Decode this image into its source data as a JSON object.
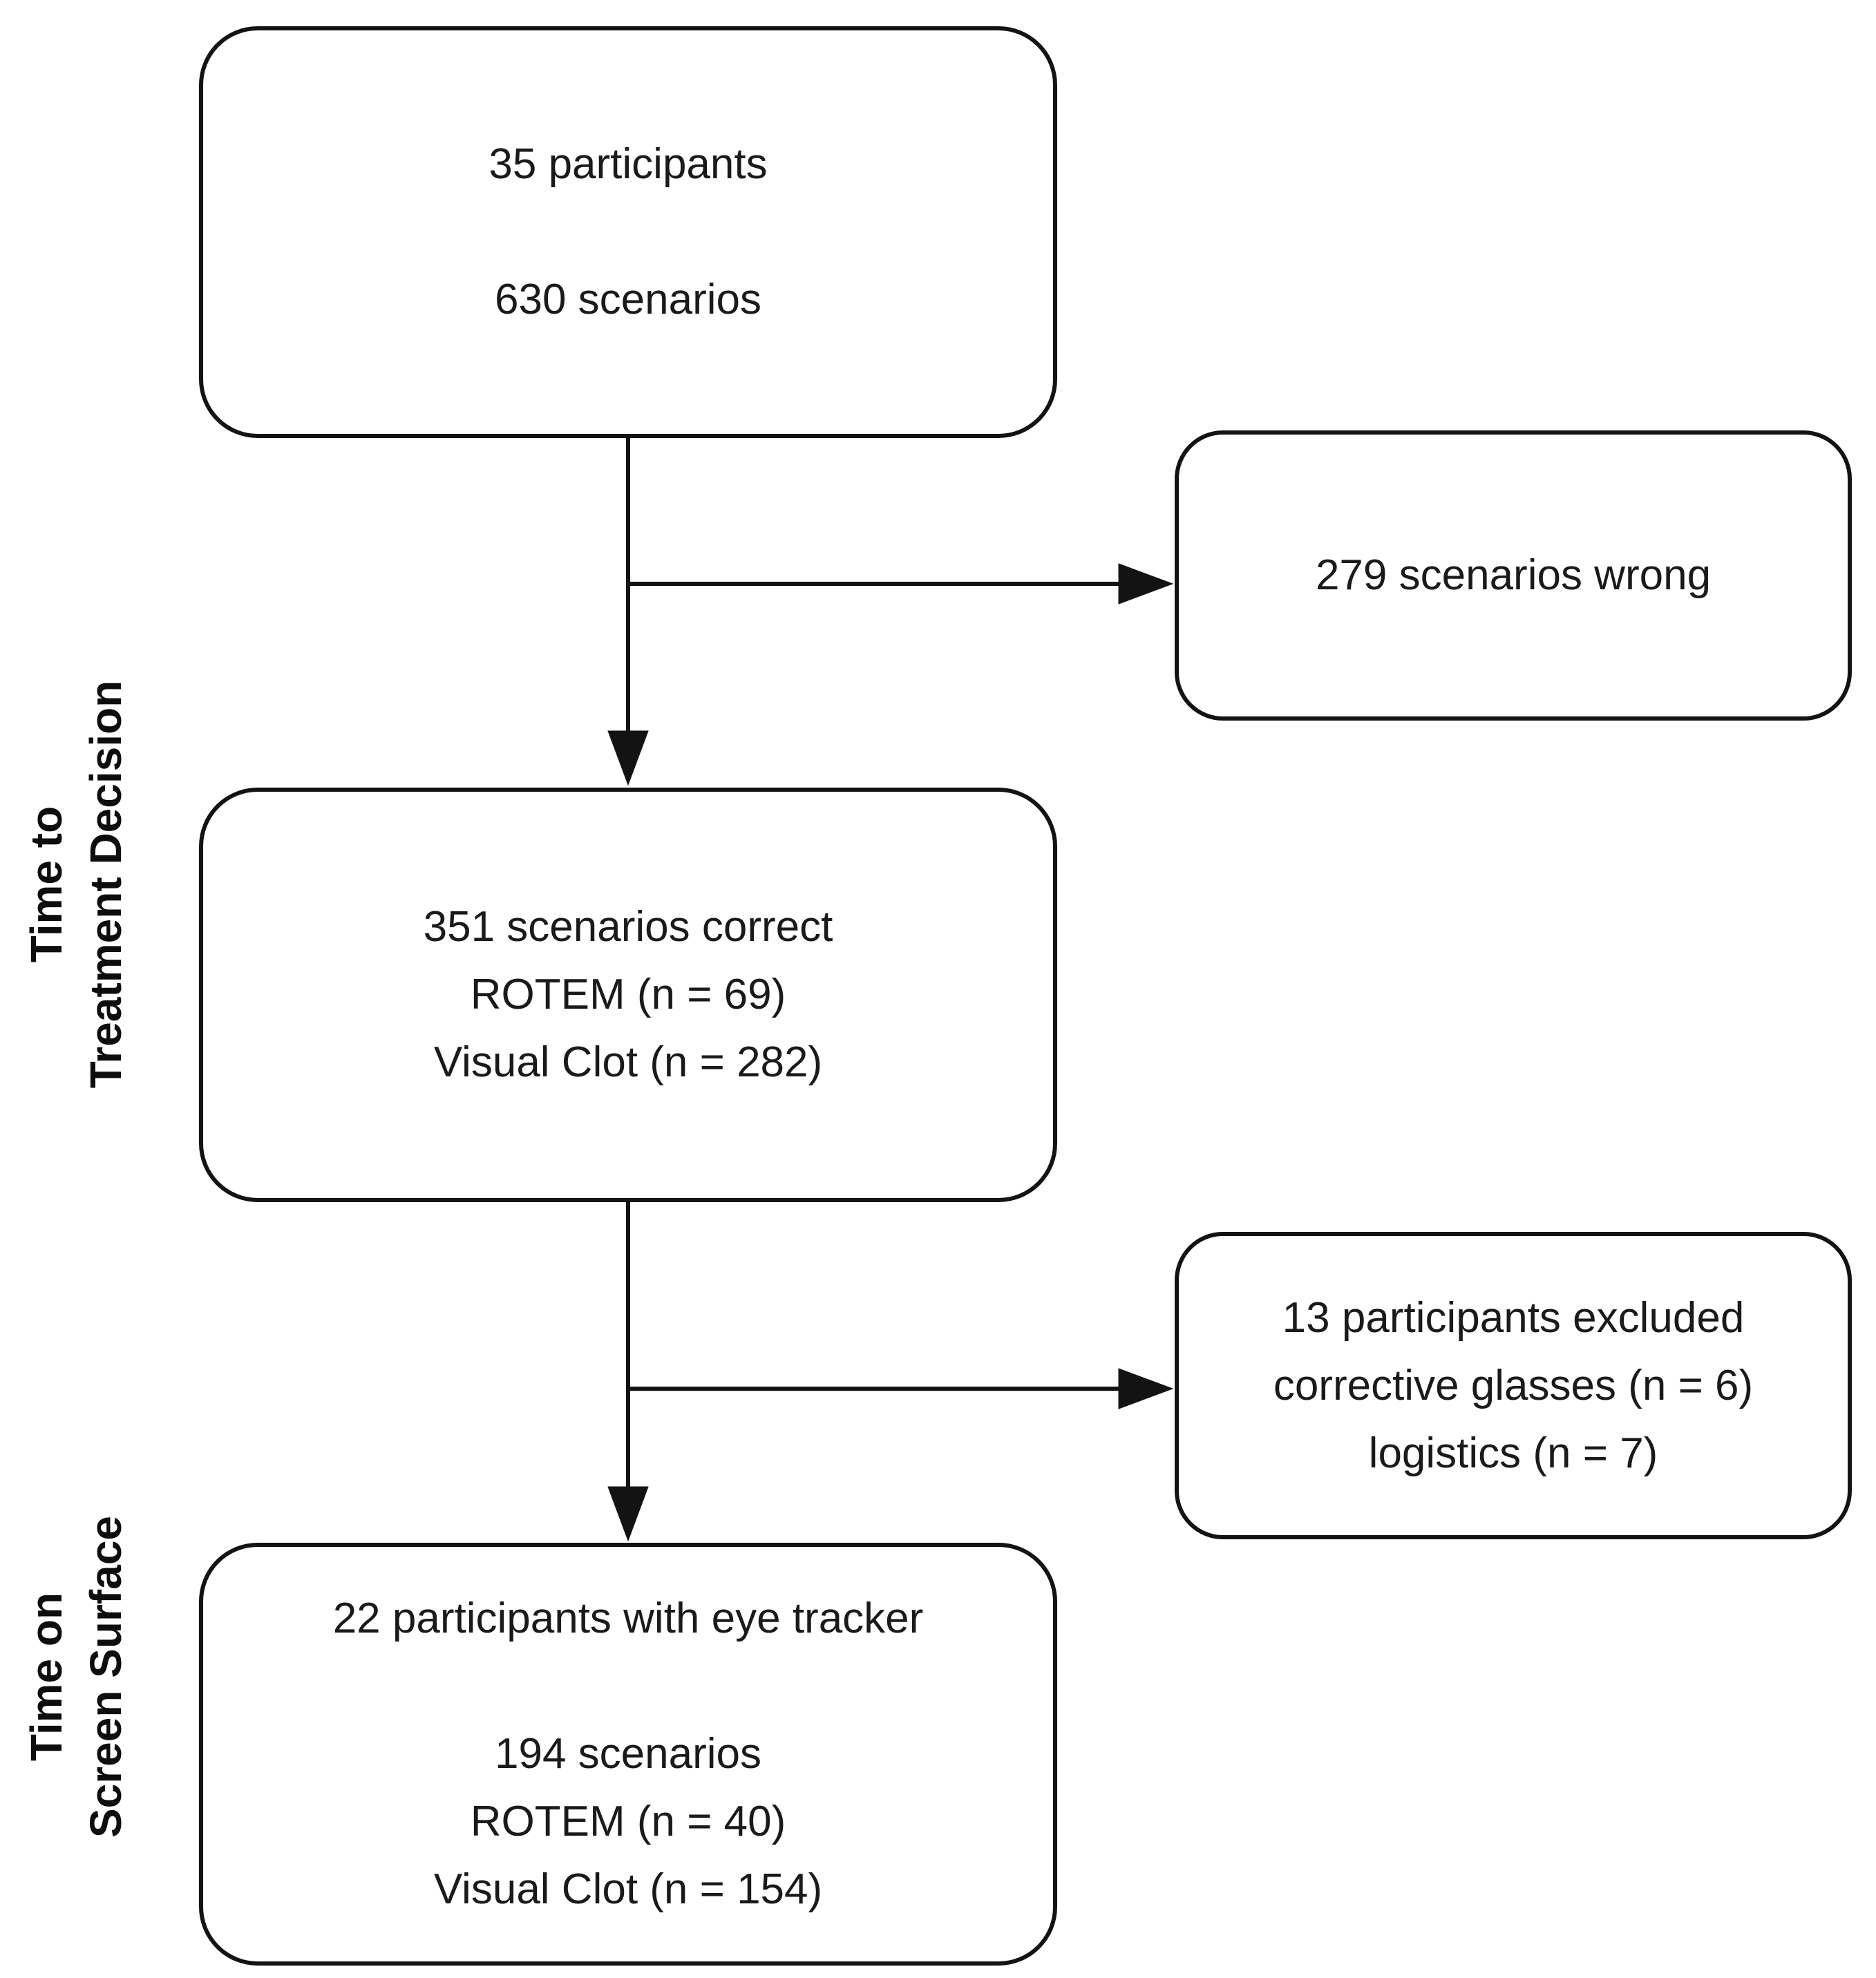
{
  "figure": {
    "type": "flowchart",
    "background_color": "#ffffff",
    "line_color": "#131313",
    "text_color": "#1a1a1a"
  },
  "side_labels": {
    "treatment": {
      "line1": "Time to",
      "line2": "Treatment Decision"
    },
    "screen": {
      "line1": "Time on",
      "line2": "Screen Surface"
    }
  },
  "boxes": {
    "enrollment": {
      "line1": "35 participants",
      "line2": "630 scenarios"
    },
    "wrong": {
      "line1": "279 scenarios wrong"
    },
    "correct": {
      "line1": "351 scenarios correct",
      "line2": "ROTEM (n = 69)",
      "line3": "Visual Clot (n = 282)"
    },
    "excluded": {
      "line1": "13 participants excluded",
      "line2": "corrective glasses (n = 6)",
      "line3": "logistics (n = 7)"
    },
    "eye_tracker": {
      "line1": "22 participants with eye tracker",
      "line2": "194 scenarios",
      "line3": "ROTEM (n = 40)",
      "line4": "Visual Clot (n = 154)"
    }
  }
}
